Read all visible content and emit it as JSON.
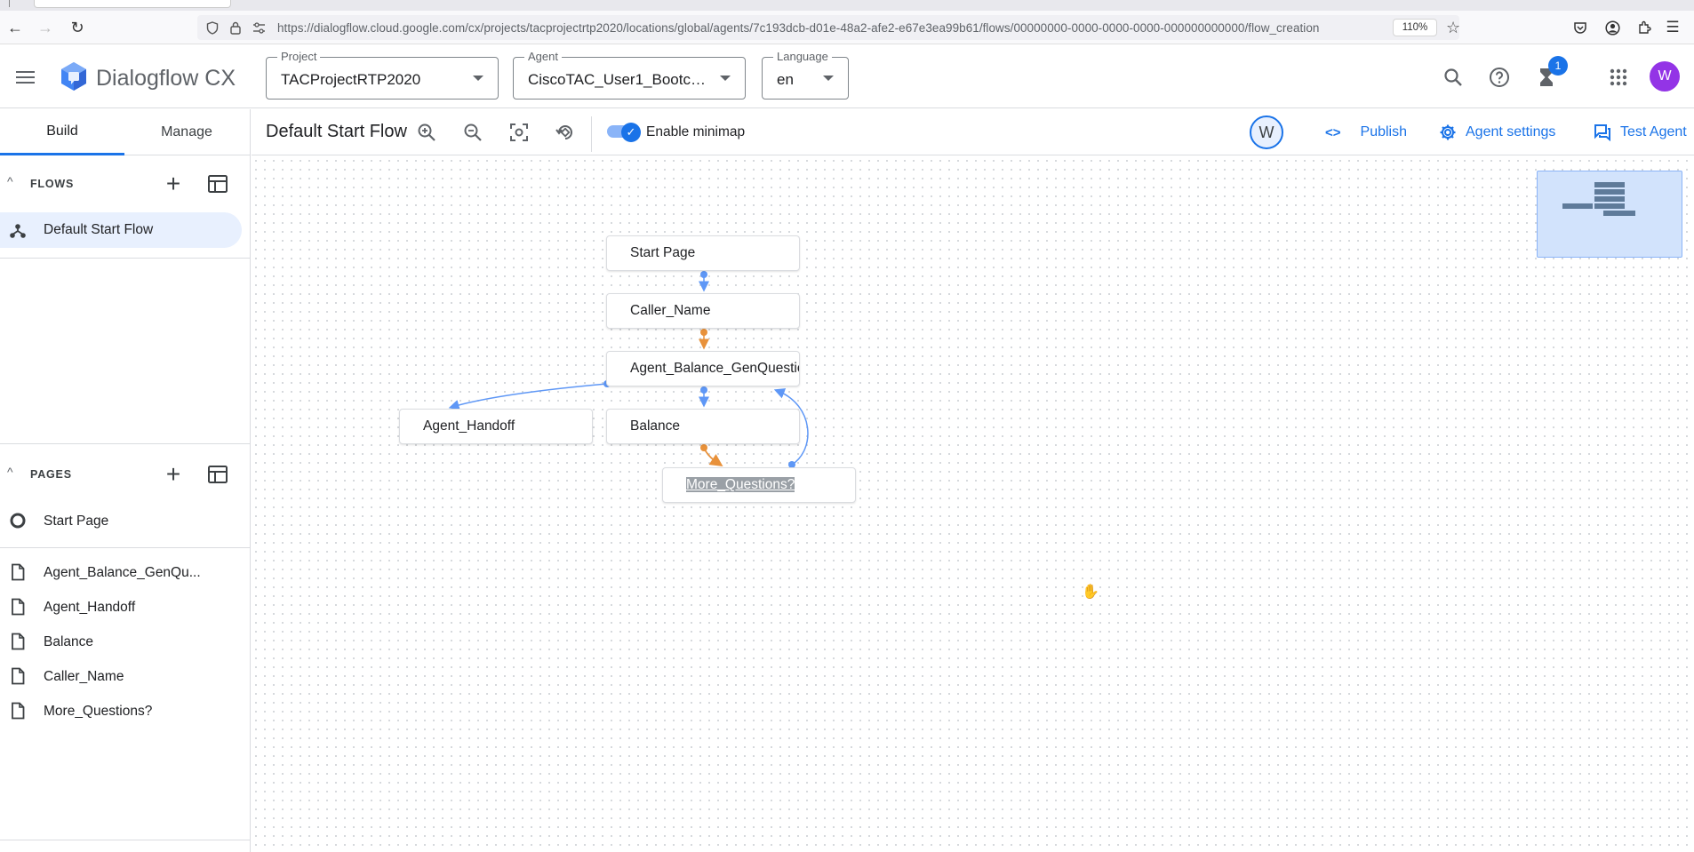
{
  "browser": {
    "url": "https://dialogflow.cloud.google.com/cx/projects/tacprojectrtp2020/locations/global/agents/7c193dcb-d01e-48a2-afe2-e67e3ea99b61/flows/00000000-0000-0000-0000-000000000000/flow_creation",
    "zoom": "110%"
  },
  "header": {
    "app_title": "Dialogflow CX",
    "project": {
      "label": "Project",
      "value": "TACProjectRTP2020"
    },
    "agent": {
      "label": "Agent",
      "value": "CiscoTAC_User1_Bootca..."
    },
    "language": {
      "label": "Language",
      "value": "en"
    },
    "notification_count": "1",
    "avatar_initial": "W"
  },
  "sidebar": {
    "tabs": [
      {
        "label": "Build",
        "active": true
      },
      {
        "label": "Manage",
        "active": false
      }
    ],
    "flows_title": "FLOWS",
    "flows": [
      {
        "label": "Default Start Flow",
        "selected": true
      }
    ],
    "pages_title": "PAGES",
    "pages": [
      {
        "label": "Start Page",
        "icon": "start-circle-icon"
      },
      {
        "label": "Agent_Balance_GenQu...",
        "icon": "page-icon"
      },
      {
        "label": "Agent_Handoff",
        "icon": "page-icon"
      },
      {
        "label": "Balance",
        "icon": "page-icon"
      },
      {
        "label": "Caller_Name",
        "icon": "page-icon"
      },
      {
        "label": "More_Questions?",
        "icon": "page-icon"
      }
    ]
  },
  "toolbar": {
    "flow_title": "Default Start Flow",
    "minimap_label": "Enable minimap",
    "minimap_enabled": true,
    "collaborator_initial": "W",
    "publish_label": "Publish",
    "agent_settings_label": "Agent settings",
    "test_agent_label": "Test Agent"
  },
  "graph": {
    "nodes": [
      {
        "id": "start",
        "label": "Start Page"
      },
      {
        "id": "caller",
        "label": "Caller_Name"
      },
      {
        "id": "genq",
        "label": "Agent_Balance_GenQuestion"
      },
      {
        "id": "handoff",
        "label": "Agent_Handoff"
      },
      {
        "id": "balance",
        "label": "Balance"
      },
      {
        "id": "more",
        "label": "More_Questions?",
        "selected": true
      }
    ],
    "colors": {
      "route": "#5e97f6",
      "intent_route": "#e8913a"
    }
  }
}
